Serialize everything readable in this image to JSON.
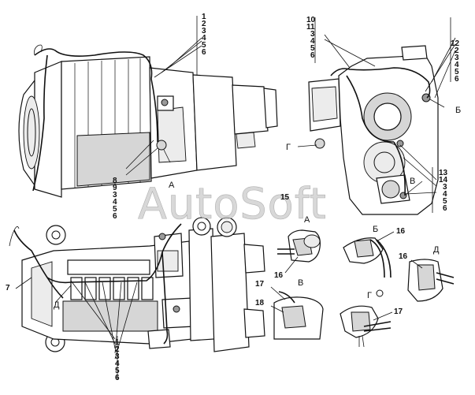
{
  "watermark": "AutoSoft",
  "callouts": {
    "top_left_stack": [
      "1",
      "2",
      "3",
      "4",
      "5",
      "6"
    ],
    "bottom_left_stack": [
      "8",
      "9",
      "3",
      "4",
      "5",
      "6"
    ],
    "top_right_stack_a": [
      "10",
      "11",
      "3",
      "4",
      "5",
      "6"
    ],
    "top_right_stack_b": [
      "12",
      "2",
      "3",
      "4",
      "5",
      "6"
    ],
    "right_stack_c": [
      "13",
      "14",
      "3",
      "4",
      "5",
      "6"
    ],
    "bottom_engine_stack": [
      "1",
      "2",
      "3",
      "4",
      "5",
      "6"
    ],
    "single": {
      "seven": "7",
      "fifteen": "15",
      "sixteen_a": "16",
      "sixteen_b": "16",
      "sixteen_d": "16",
      "seventeen_v": "17",
      "eighteen": "18",
      "seventeen_g": "17"
    }
  },
  "view_letters": {
    "A_top": "А",
    "B_top": "Б",
    "G_top": "Г",
    "V_top": "В",
    "A_detail": "А",
    "B_detail": "Б",
    "V_detail": "В",
    "D_detail": "Д",
    "D_engine": "Д",
    "G_detail": "Г"
  }
}
